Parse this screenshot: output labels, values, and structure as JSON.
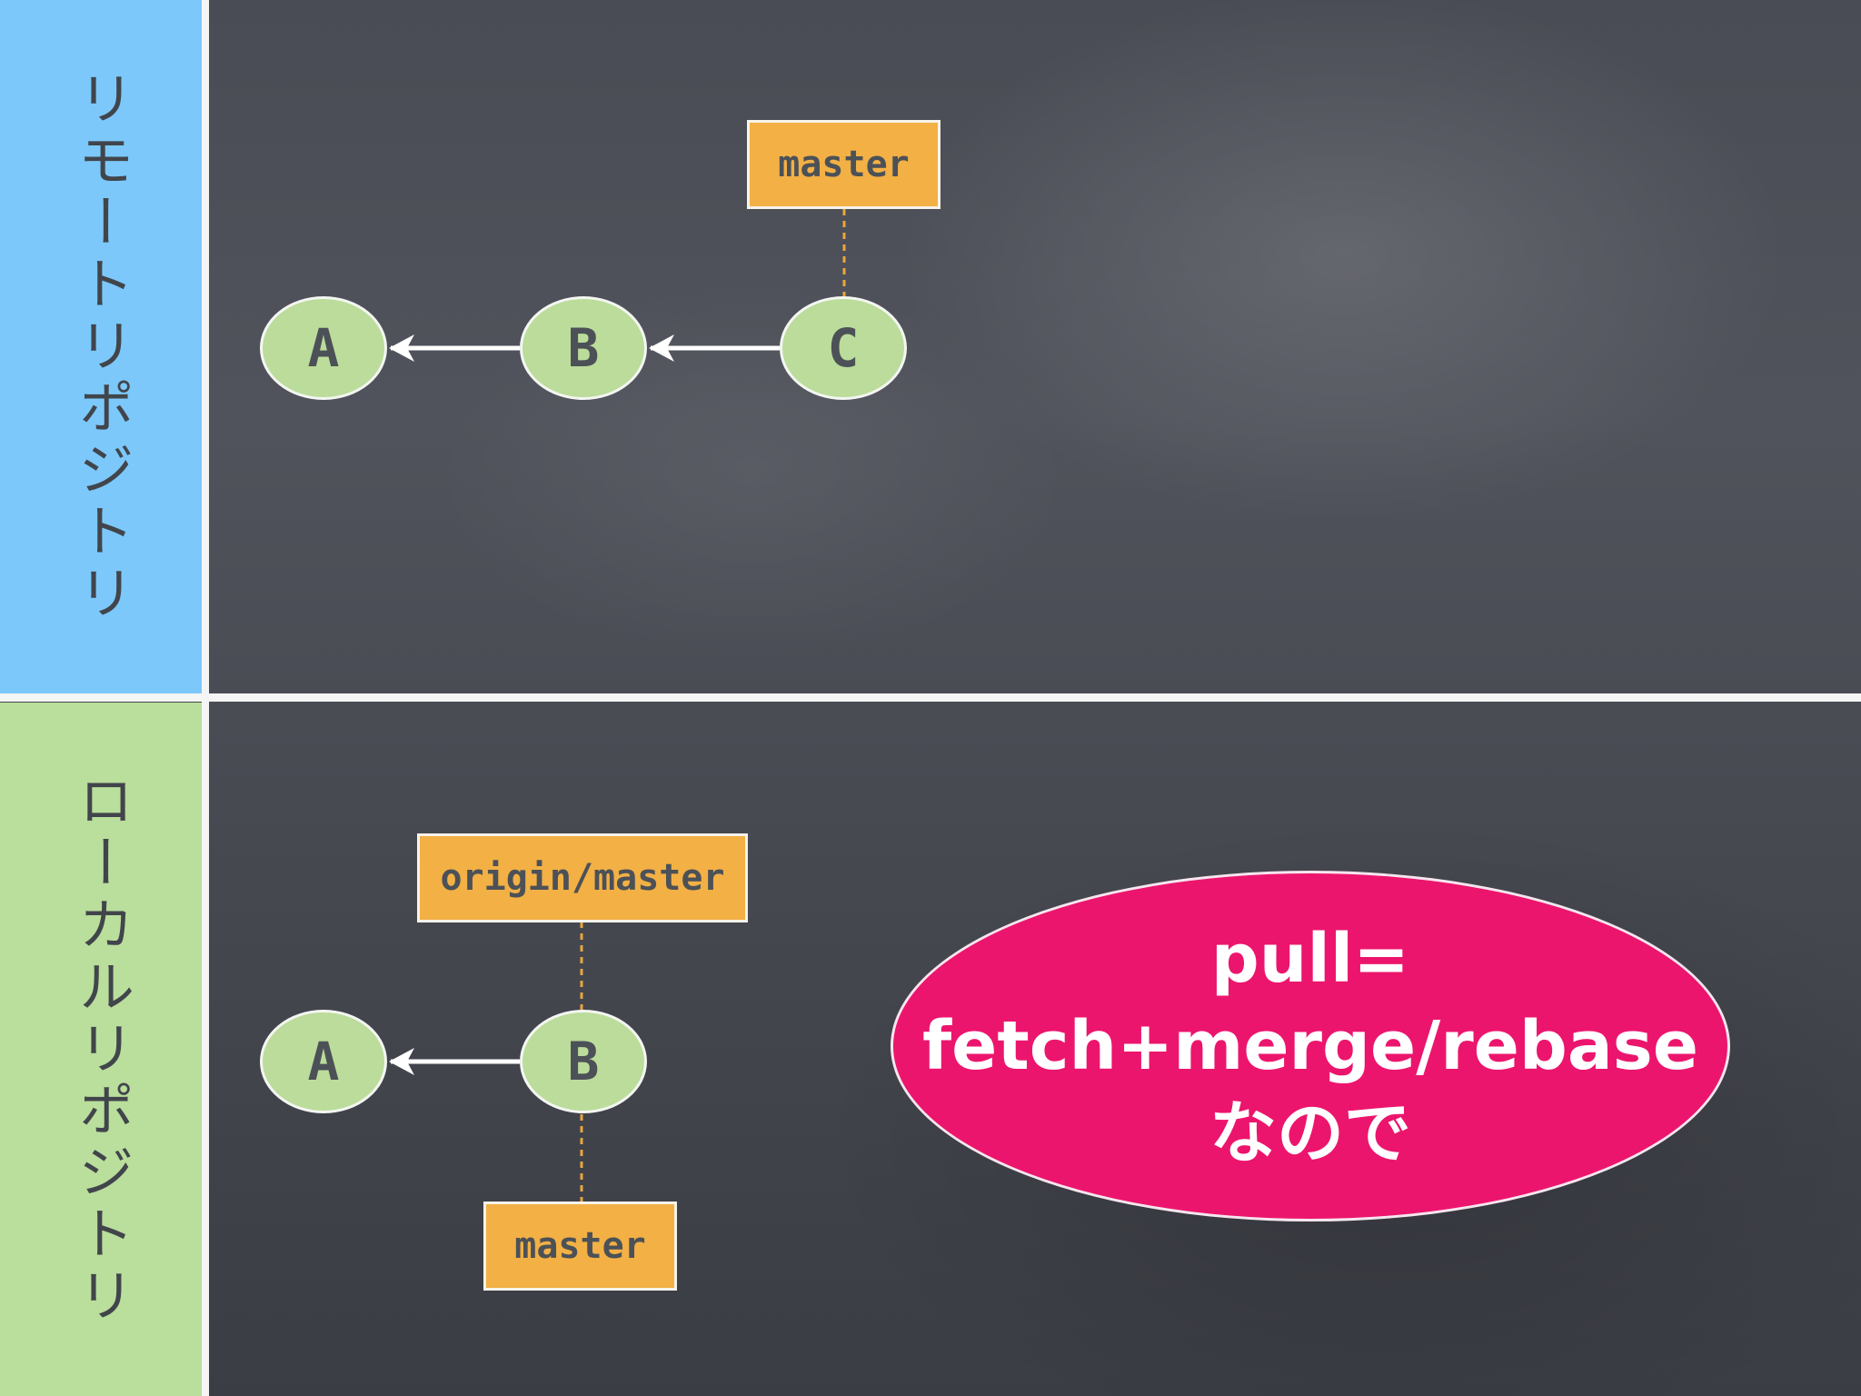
{
  "sidebar": {
    "remote_label": "リモートリポジトリ",
    "local_label": "ローカルリポジトリ"
  },
  "remote": {
    "commits": [
      "A",
      "B",
      "C"
    ],
    "branch_tag": "master"
  },
  "local": {
    "commits": [
      "A",
      "B"
    ],
    "remote_tracking_tag": "origin/master",
    "branch_tag": "master"
  },
  "note": {
    "line1": "pull=",
    "line2": "fetch+merge/rebase",
    "line3": "なので"
  },
  "colors": {
    "remote_panel": "#7cc8fb",
    "local_panel": "#bade9c",
    "commit_fill": "#bbdc9b",
    "tag_fill": "#f2b045",
    "note_fill": "#ec156d",
    "board": "#4a4c55"
  }
}
